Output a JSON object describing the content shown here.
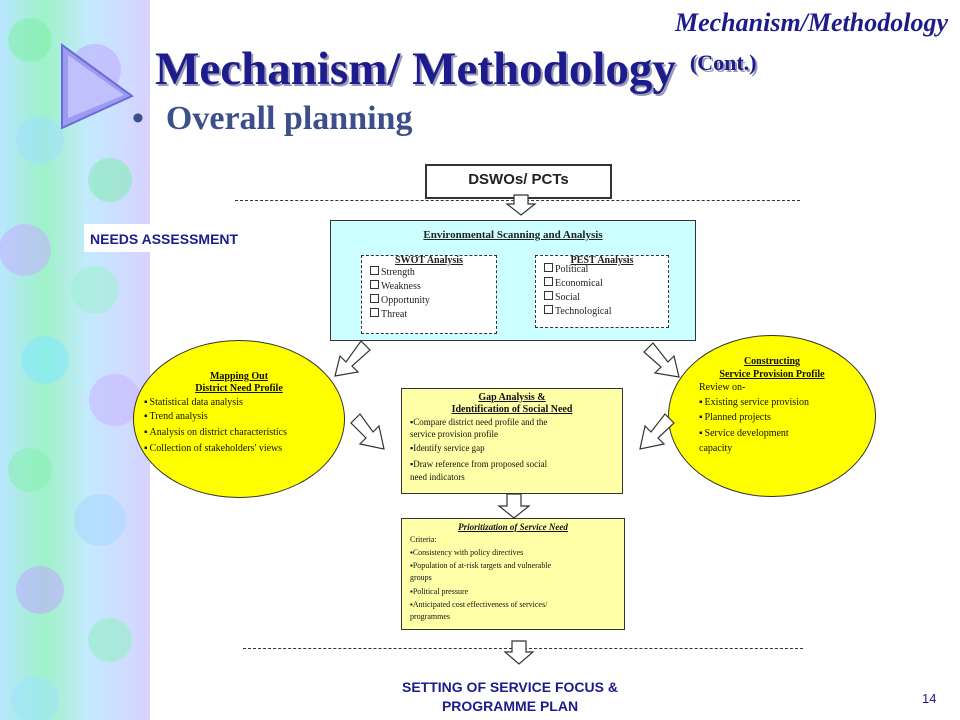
{
  "slide": {
    "header_italic": "Mechanism/Methodology",
    "title": "Mechanism/ Methodology",
    "title_suffix": "(Cont.)",
    "bullet_text": "Overall planning",
    "page_number": "14"
  },
  "diagram": {
    "top_box": "DSWOs/ PCTs",
    "needs_label": "NEEDS ASSESSMENT",
    "env": {
      "title": "Environmental Scanning and Analysis",
      "swot": {
        "title": "SWOT Analysis",
        "items": [
          "Strength",
          "Weakness",
          "Opportunity",
          "Threat"
        ]
      },
      "pest": {
        "title": "PEST Analysis",
        "items": [
          "Political",
          "Economical",
          "Social",
          "Technological"
        ]
      }
    },
    "mapping": {
      "title_line1": "Mapping Out",
      "title_line2": "District Need Profile",
      "items": [
        "Statistical data analysis",
        "Trend analysis",
        "Analysis on district characteristics",
        "Collection of stakeholders' views"
      ]
    },
    "constructing": {
      "title_line1": "Constructing",
      "title_line2": "Service Provision Profile",
      "intro": "Review on-",
      "items": [
        "Existing service provision",
        "Planned projects",
        "Service development",
        "capacity"
      ]
    },
    "gap": {
      "title_line1": "Gap Analysis &",
      "title_line2": "Identification of Social Need",
      "lines": [
        "▪Compare district need profile and the",
        "service provision profile",
        "▪Identify service gap",
        "▪Draw reference from proposed social",
        "need indicators"
      ]
    },
    "priority": {
      "title": "Prioritization of Service Need",
      "lines": [
        "Criteria:",
        "▪Consistency with policy directives",
        "▪Population of at-risk targets and vulnerable",
        "groups",
        "▪Political pressure",
        "▪Anticipated cost effectiveness of services/",
        "programmes"
      ]
    },
    "footer_line1": "SETTING OF SERVICE FOCUS &",
    "footer_line2": "PROGRAMME PLAN"
  },
  "colors": {
    "title_navy": "#1c1c8c",
    "env_fill": "#ccffff",
    "ellipse_fill": "#ffff00",
    "box_fill": "#ffffa8"
  }
}
